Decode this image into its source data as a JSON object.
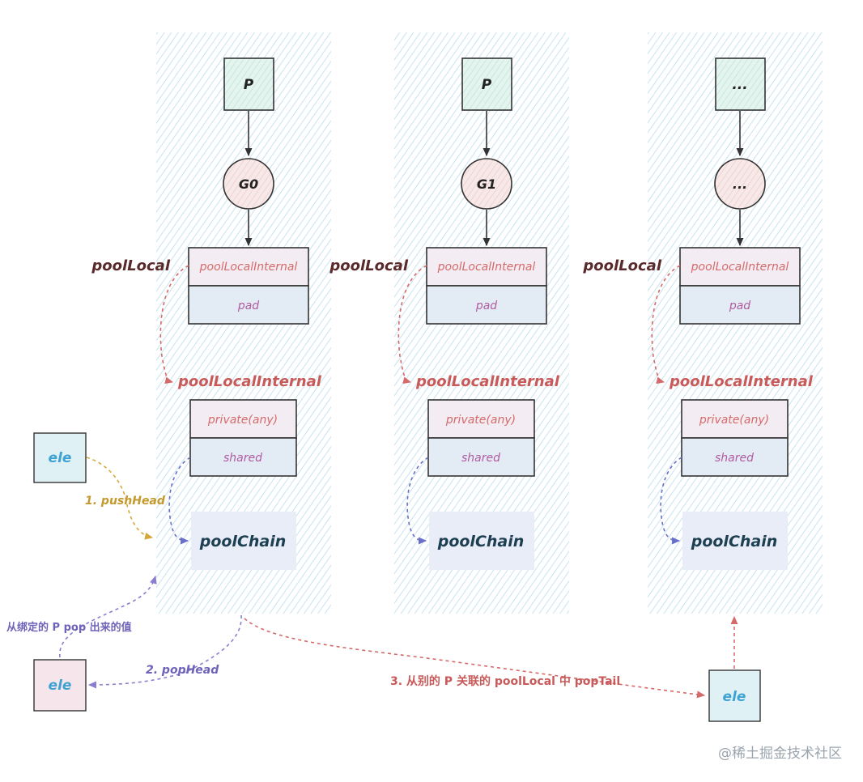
{
  "columns": [
    {
      "p_label": "P",
      "g_label": "G0",
      "poolLocal_label": "poolLocal",
      "poolLocal_fields": [
        "poolLocalInternal",
        "pad"
      ],
      "internal_label": "poolLocalInternal",
      "internal_fields": [
        "private(any)",
        "shared"
      ],
      "chain_label": "poolChain"
    },
    {
      "p_label": "P",
      "g_label": "G1",
      "poolLocal_label": "poolLocal",
      "poolLocal_fields": [
        "poolLocalInternal",
        "pad"
      ],
      "internal_label": "poolLocalInternal",
      "internal_fields": [
        "private(any)",
        "shared"
      ],
      "chain_label": "poolChain"
    },
    {
      "p_label": "...",
      "g_label": "...",
      "poolLocal_label": "poolLocal",
      "poolLocal_fields": [
        "poolLocalInternal",
        "pad"
      ],
      "internal_label": "poolLocalInternal",
      "internal_fields": [
        "private(any)",
        "shared"
      ],
      "chain_label": "poolChain"
    }
  ],
  "elements": {
    "ele_push": "ele",
    "ele_pop": "ele",
    "ele_steal": "ele"
  },
  "operations": {
    "push_head": "1. pushHead",
    "pop_head": "2. popHead",
    "pop_tail": "3. 从别的 P 关联的 poolLocal 中 popTail",
    "pop_bound_note": "从绑定的 P pop 出来的值"
  },
  "watermark": "@稀土掘金技术社区",
  "colors": {
    "column_bg": "#e6f2f8",
    "p_fill": "#d6efe8",
    "g_fill": "#f6e0e0",
    "box_fill": "#e3ecf5",
    "chain_fill": "#e9edf8",
    "ele_fill_blue": "#e0f1f6",
    "ele_fill_pink": "#f6e5ea",
    "red": "#d46a6a",
    "purple": "#b05aa0",
    "blue_text": "#3ea3d3",
    "orange": "#d6a83a",
    "violet": "#7e72c8",
    "dark": "#333333"
  }
}
